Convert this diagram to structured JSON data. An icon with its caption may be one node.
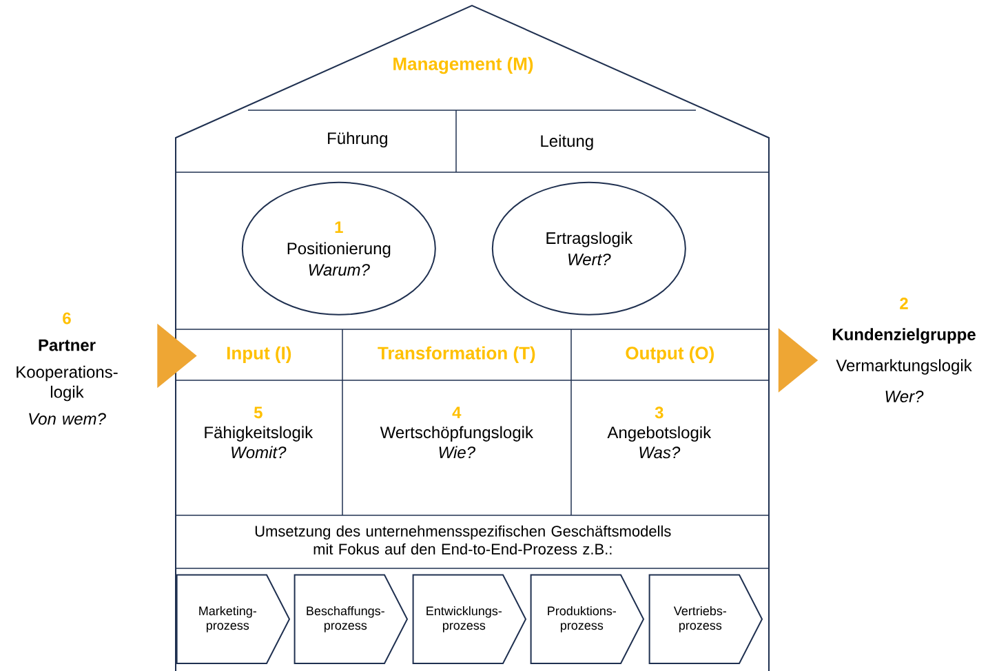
{
  "diagram": {
    "nodes": [
      {
        "text": [
          "Management (M)"
        ]
      },
      {
        "text": [
          "Führung"
        ],
        "in": 0
      },
      {
        "text": [
          "Leitung"
        ],
        "in": 0
      },
      {
        "text": [
          "1",
          "Positionierung",
          "Warum?"
        ],
        "in": 0
      },
      {
        "text": [
          "Ertragslogik",
          "Wert?"
        ],
        "in": 0
      },
      {
        "text": [
          "Input (I)"
        ],
        "in": 0
      },
      {
        "text": [
          "Transformation (T)"
        ],
        "in": 0
      },
      {
        "text": [
          "Output (O)"
        ],
        "in": 0
      },
      {
        "text": [
          "5",
          "Fähigkeitslogik",
          "Womit?"
        ],
        "in": 0
      },
      {
        "text": [
          "4",
          "Wertschöpfungslogik",
          "Wie?"
        ],
        "in": 0
      },
      {
        "text": [
          "3",
          "Angebotslogik",
          "Was?"
        ],
        "in": 0
      },
      {
        "text": [
          "Umsetzung des unternehmensspezifischen Geschäftsmodells mit Fokus auf den End-to-End-Prozess z.B.:"
        ],
        "in": 0
      },
      {
        "text": [
          "Marketing- prozess"
        ],
        "in": 0
      },
      {
        "text": [
          "Beschaffungs- prozess"
        ],
        "in": 0
      },
      {
        "text": [
          "Entwicklungs- prozess"
        ],
        "in": 0
      },
      {
        "text": [
          "Produktions- prozess"
        ],
        "in": 0
      },
      {
        "text": [
          "Vertriebs- prozess"
        ],
        "in": 0
      },
      {
        "text": [
          "6",
          "Partner",
          "Kooperations- logik",
          "Von wem?"
        ]
      },
      {
        "text": [
          "2",
          "Kundenzielgruppe",
          "Vermarktungslogik",
          "Wer?"
        ]
      },
      {
        "text": [],
        "shape": "triangle"
      },
      {
        "text": [],
        "shape": "triangle"
      }
    ]
  }
}
